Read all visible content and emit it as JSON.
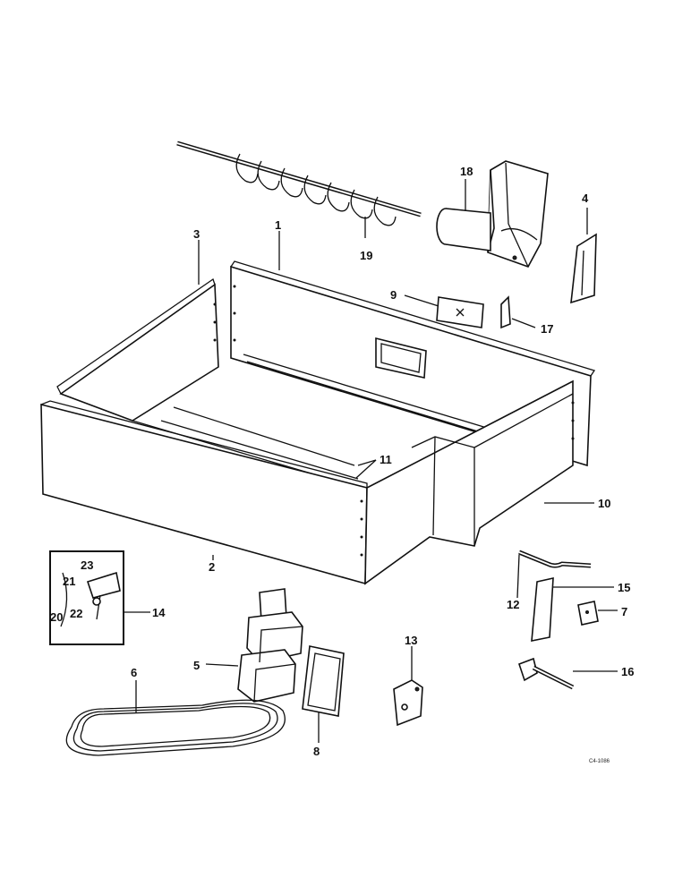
{
  "callouts": {
    "p1": "1",
    "p2": "2",
    "p3": "3",
    "p4": "4",
    "p5": "5",
    "p6": "6",
    "p7": "7",
    "p8": "8",
    "p9": "9",
    "p10": "10",
    "p11": "11",
    "p12": "12",
    "p13": "13",
    "p14": "14",
    "p15": "15",
    "p16": "16",
    "p17": "17",
    "p18": "18",
    "p19": "19",
    "p20": "20",
    "p21": "21",
    "p22": "22",
    "p23": "23"
  },
  "drawing_code": "C4-1086"
}
